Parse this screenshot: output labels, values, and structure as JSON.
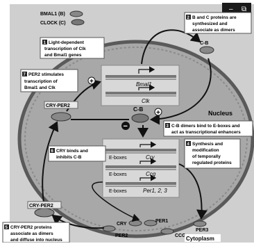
{
  "window_controls": {
    "minimize": "–",
    "restore": "⧉"
  },
  "proteins": {
    "bmal1": "BMAL1 (B)",
    "clock": "CLOCK (C)",
    "cb_top": "C-B",
    "cb_center": "C-B",
    "cry_per2_left": "CRY-PER2",
    "cry_per2_bottom": "CRY-PER2",
    "cry": "CRY",
    "per1": "PER1",
    "per2": "PER2",
    "ccg": "CCG",
    "per3": "PER3"
  },
  "genes": {
    "bmal1": "Bmal1",
    "clk": "Clk",
    "cry": "Cry",
    "ccg": "Ccg",
    "per": "Per1, 2, 3",
    "ebox": "E-boxes"
  },
  "compartments": {
    "nucleus": "Nucleus",
    "cytoplasm": "Cytoplasm"
  },
  "symbols": {
    "plus": "+",
    "minus": "−"
  },
  "steps": [
    {
      "num": "1",
      "lines": [
        "Light-dependent",
        "transcription of Clk",
        "and Bmal1 genes"
      ]
    },
    {
      "num": "2",
      "lines": [
        "B and C proteins are",
        "synthesized and",
        "associate as dimers"
      ]
    },
    {
      "num": "3",
      "lines": [
        "C-B dimers bind to E-boxes and",
        "act as transcriptional enhancers"
      ]
    },
    {
      "num": "4",
      "lines": [
        "Synthesis and",
        "modification",
        "of temporally",
        "regulated proteins"
      ]
    },
    {
      "num": "5",
      "lines": [
        "CRY-PER2 proteins",
        "associate as dimers",
        "and diffuse into nucleus"
      ]
    },
    {
      "num": "6",
      "lines": [
        "CRY binds and",
        "inhibits C-B"
      ]
    },
    {
      "num": "7",
      "lines": [
        "PER2 stimulates",
        "transcription of",
        "Bmal1 and Clk"
      ]
    }
  ],
  "colors": {
    "cell": "#c8c8c8",
    "nucleus": "#a9a9a9",
    "nucleus_edge": "#5a5a5a",
    "dna_box": "#d6d6d6",
    "badge": "#222222"
  }
}
